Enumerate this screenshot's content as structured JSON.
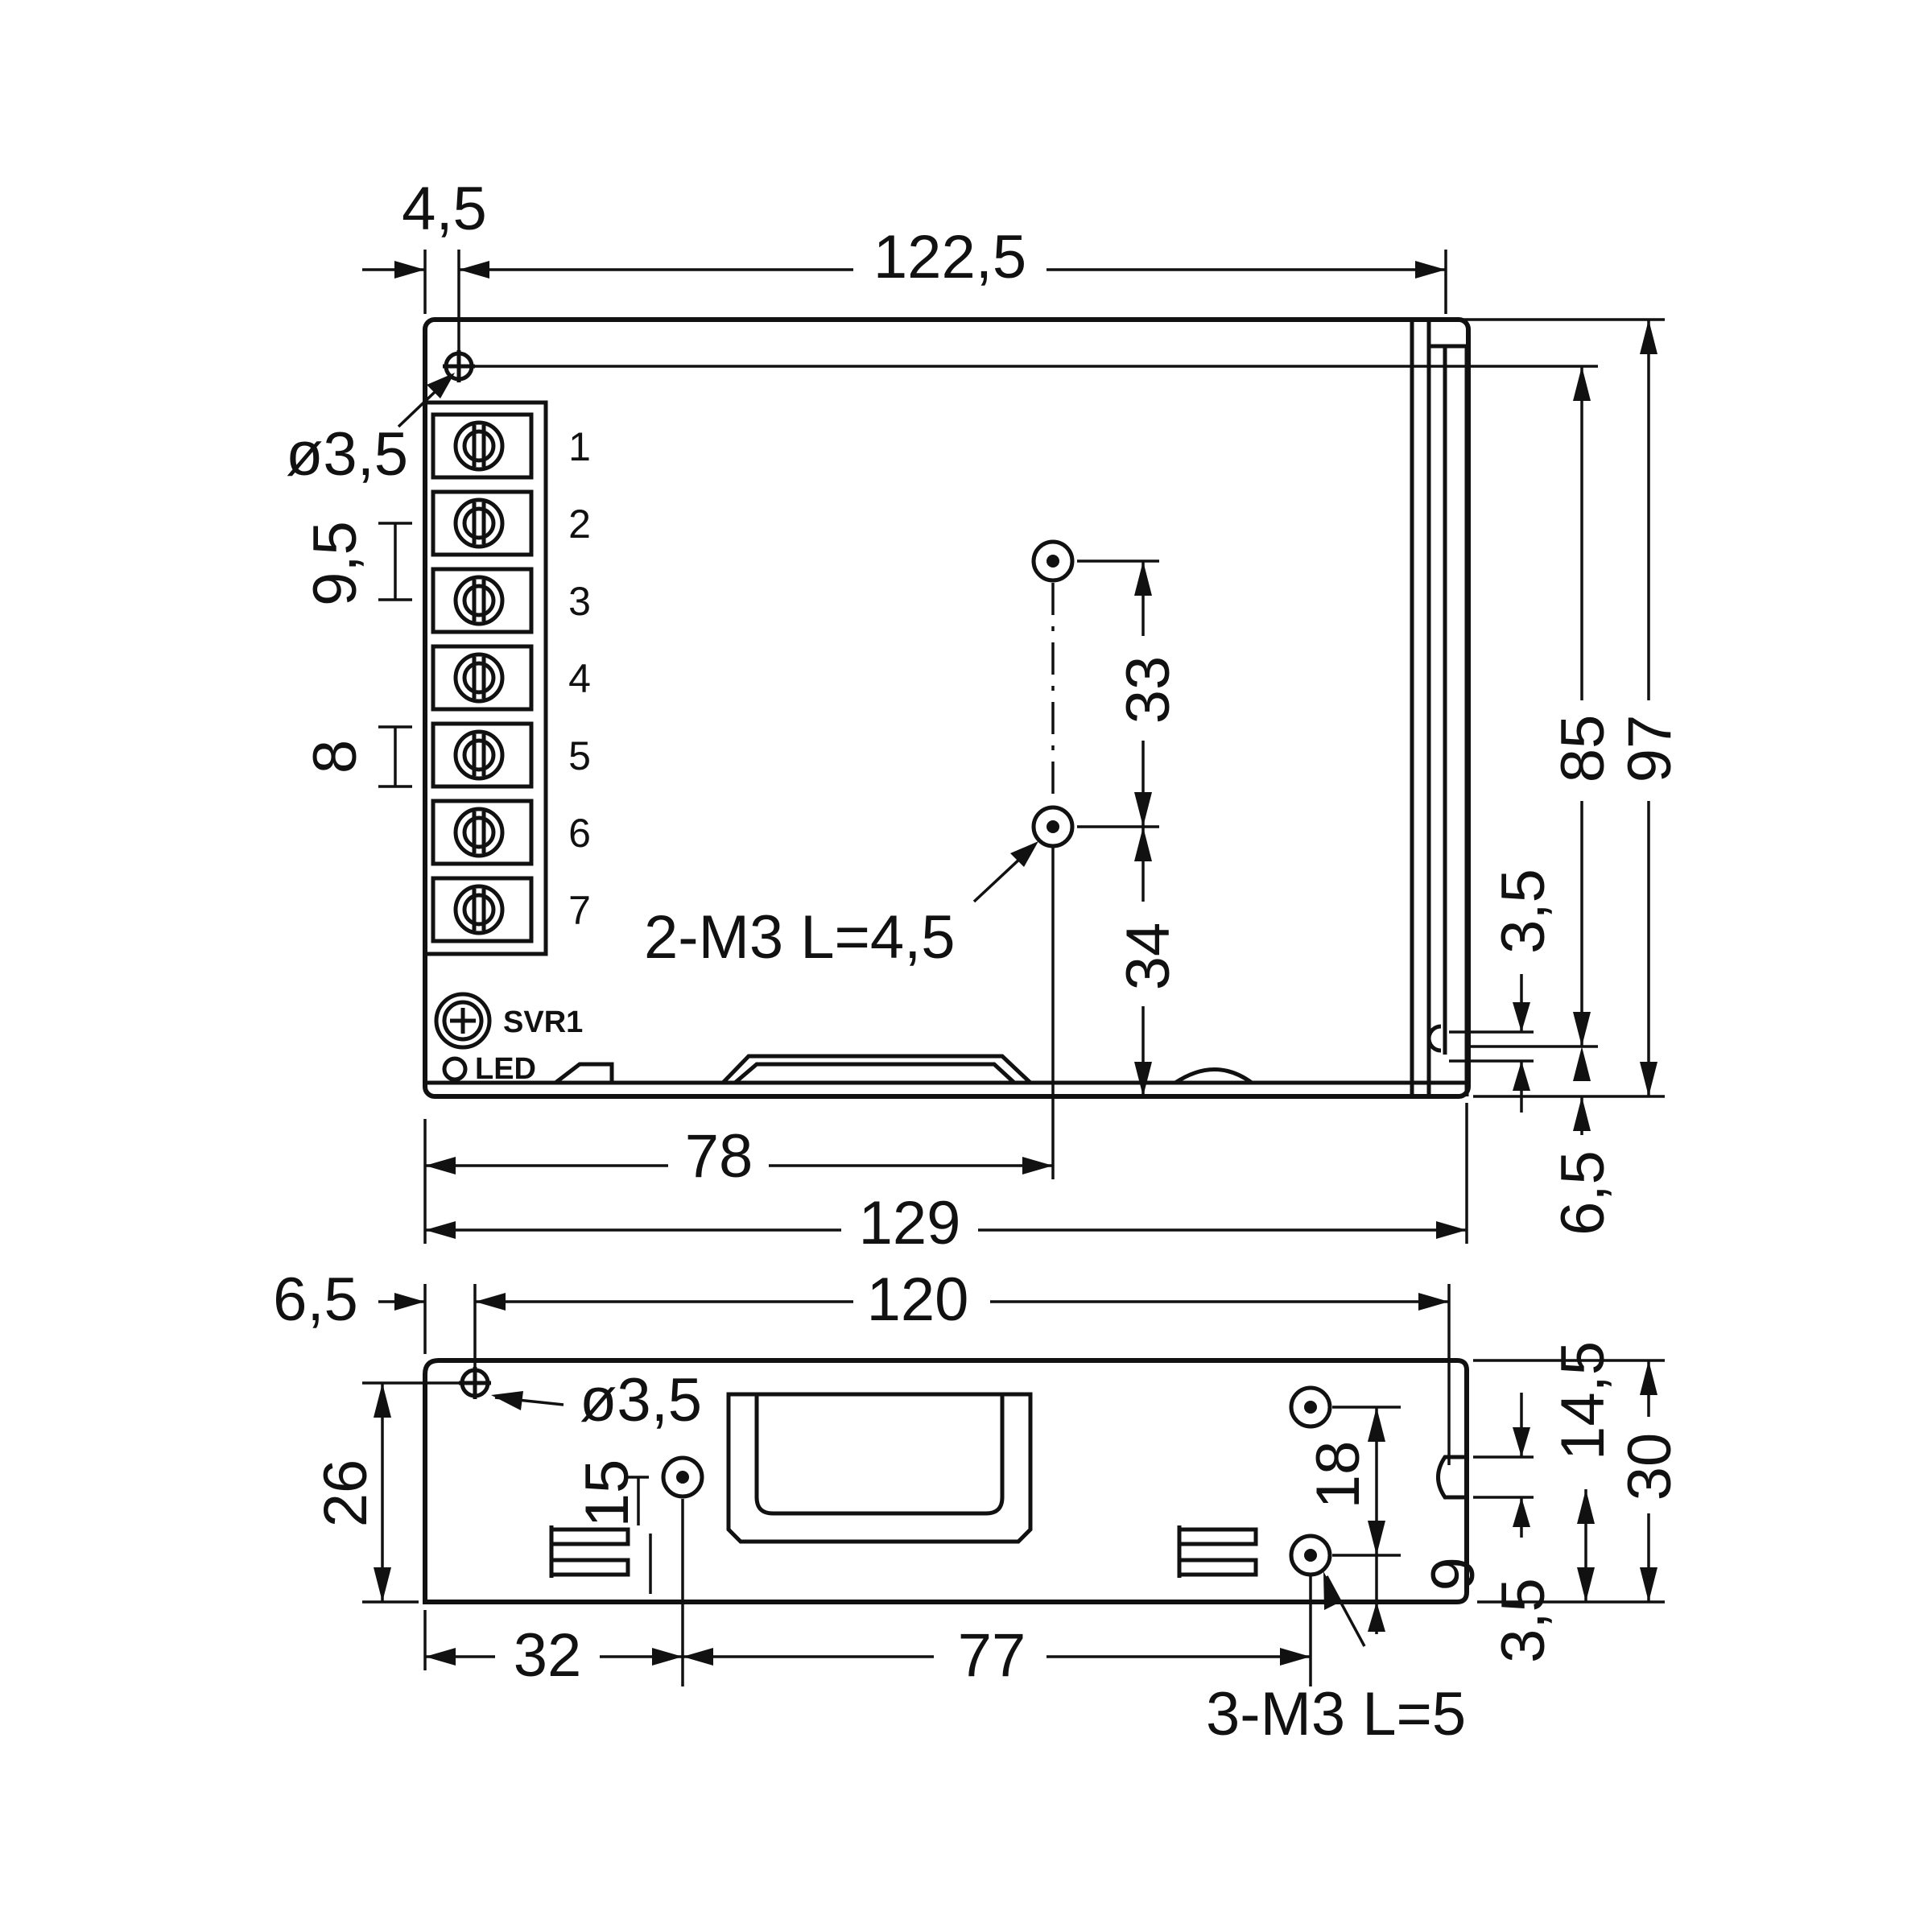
{
  "top_view": {
    "dimensions": {
      "offset_left": "4,5",
      "width_holes": "122,5",
      "hole_dia": "ø3,5",
      "terminal_pitch": "9,5",
      "terminal_width": "8",
      "mount_span": "33",
      "mount_bottom": "34",
      "mount_spec": "2-M3 L=4,5",
      "mount_x": "78",
      "overall_width": "129",
      "height_holes": "85",
      "overall_height": "97",
      "slot_3_5": "3,5",
      "bottom_6_5": "6,5"
    },
    "terminals": [
      "1",
      "2",
      "3",
      "4",
      "5",
      "6",
      "7"
    ],
    "svr_label": "SVR1",
    "led_label": "LED"
  },
  "side_view": {
    "dimensions": {
      "offset_left": "6,5",
      "width_holes": "120",
      "hole_dia": "ø3,5",
      "height_26": "26",
      "dim_15": "15",
      "dim_32": "32",
      "dim_77": "77",
      "dim_18": "18",
      "dim_6": "6",
      "mount_spec": "3-M3 L=5",
      "dim_14_5": "14,5",
      "overall_height": "30",
      "dim_3_5": "3,5"
    }
  }
}
